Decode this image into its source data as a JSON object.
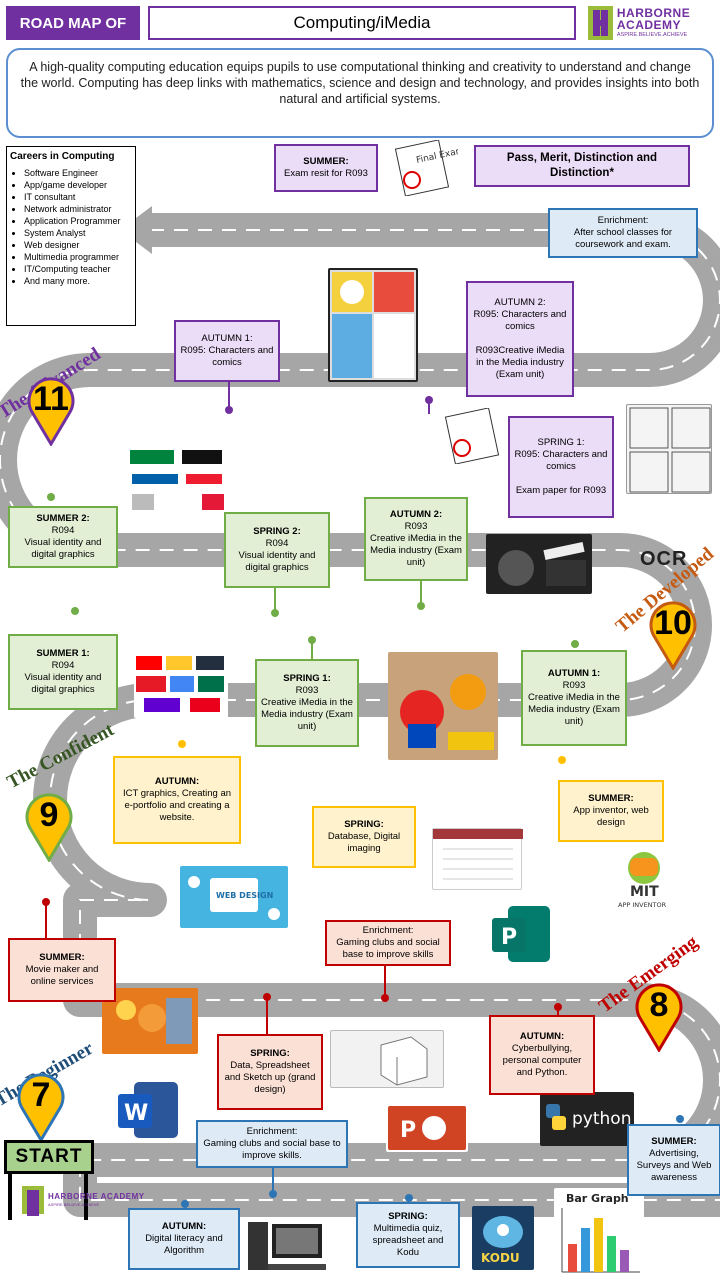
{
  "header": {
    "title": "ROAD MAP OF",
    "subject": "Computing/iMedia"
  },
  "logo": {
    "name": "HARBORNE ACADEMY",
    "tagline": "ASPIRE.BELIEVE.ACHIEVE"
  },
  "intro": "A high-quality computing education equips pupils to use computational thinking and creativity to understand and change the world. Computing has deep links with mathematics, science and design and technology, and provides insights into both natural and artificial systems.",
  "careers": {
    "title": "Careers in Computing",
    "items": [
      "Software Engineer",
      "App/game developer",
      "IT consultant",
      "Network administrator",
      "Application Programmer",
      "System Analyst",
      "Web designer",
      "Multimedia programmer",
      "IT/Computing teacher",
      "And many more."
    ]
  },
  "outcome": "Pass, Merit, Distinction and Distinction*",
  "stages": {
    "advanced": {
      "label": "The Advanced",
      "year": "11"
    },
    "developed": {
      "label": "The Developed",
      "year": "10"
    },
    "confident": {
      "label": "The Confident",
      "year": "9"
    },
    "emerging": {
      "label": "The Emerging",
      "year": "8"
    },
    "beginner": {
      "label": "The Beginner",
      "year": "7"
    }
  },
  "ocr": "OCR",
  "start": "START",
  "boxes": {
    "y11_summer": {
      "h": "SUMMER:",
      "t": "Exam resit for R093"
    },
    "y11_enrichment": {
      "h": "",
      "t": "Enrichment:\nAfter school classes for coursework and exam."
    },
    "y11_autumn2": {
      "h": "",
      "t": "AUTUMN 2:\nR095: Characters and comics\n\nR093Creative iMedia in the Media industry (Exam unit)"
    },
    "y11_autumn1": {
      "h": "",
      "t": "AUTUMN 1:\nR095: Characters and comics"
    },
    "y11_spring1": {
      "h": "",
      "t": "SPRING 1:\nR095: Characters and comics\n\nExam paper for R093"
    },
    "y10_summer2": {
      "h": "SUMMER 2:",
      "t": "R094\nVisual identity and digital graphics"
    },
    "y10_spring2": {
      "h": "SPRING 2:",
      "t": "R094\nVisual identity and digital graphics"
    },
    "y10_autumn2": {
      "h": "AUTUMN 2:",
      "t": "R093\nCreative iMedia in the Media industry (Exam unit)"
    },
    "y10_summer1": {
      "h": "SUMMER 1:",
      "t": "R094\nVisual identity and digital graphics"
    },
    "y10_spring1": {
      "h": "SPRING 1:",
      "t": "R093\nCreative iMedia in the Media industry (Exam unit)"
    },
    "y10_autumn1": {
      "h": "AUTUMN 1:",
      "t": "R093\nCreative iMedia in the Media industry (Exam unit)"
    },
    "y9_autumn": {
      "h": "AUTUMN:",
      "t": "ICT graphics, Creating an e-portfolio and creating a website."
    },
    "y9_spring": {
      "h": "SPRING:",
      "t": "Database, Digital imaging"
    },
    "y9_summer": {
      "h": "SUMMER:",
      "t": "App inventor, web design"
    },
    "y8_summer": {
      "h": "SUMMER:",
      "t": "Movie maker and online services"
    },
    "y8_enrichment": {
      "h": "",
      "t": "Enrichment:\nGaming clubs and social base to improve skills"
    },
    "y8_spring": {
      "h": "SPRING:",
      "t": "Data, Spreadsheet and Sketch up (grand design)"
    },
    "y8_autumn": {
      "h": "AUTUMN:",
      "t": "Cyberbullying, personal computer and Python."
    },
    "y7_enrichment": {
      "h": "",
      "t": "Enrichment:\nGaming clubs and social base to improve skills."
    },
    "y7_summer": {
      "h": "SUMMER:",
      "t": "Advertising, Surveys and Web awareness"
    },
    "y7_autumn": {
      "h": "AUTUMN:",
      "t": "Digital literacy and Algorithm"
    },
    "y7_spring": {
      "h": "SPRING:",
      "t": "Multimedia quiz, spreadsheet and Kodu"
    }
  },
  "image_labels": {
    "final_exam": "Final Exam",
    "python": "python",
    "bar_graph": "Bar Graph",
    "kodu": "KODU",
    "mit": "MIT",
    "app_inventor": "APP INVENTOR",
    "web_design": "WEB DESIGN"
  },
  "colors": {
    "purple": "#7030a0",
    "green": "#70ad47",
    "yellow": "#ffc000",
    "red": "#c00000",
    "blue": "#2e75b6",
    "road": "#a6a6a6"
  }
}
